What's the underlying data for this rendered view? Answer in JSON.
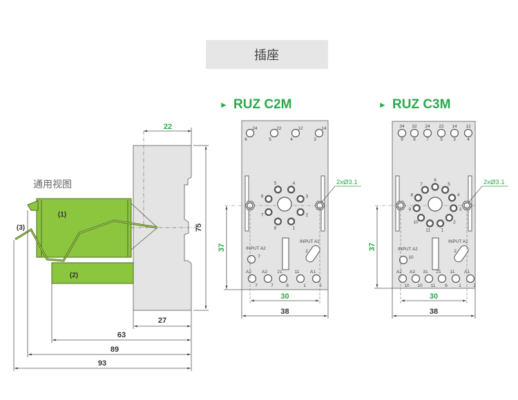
{
  "header": {
    "title": "插座"
  },
  "colors": {
    "accent": "#2aa84a",
    "relay": "#8cc63f",
    "body": "#e4e4e4"
  },
  "side_view": {
    "title": "通用视图",
    "parts": [
      "(1)",
      "(2)",
      "(3)"
    ],
    "dims": {
      "top": "22",
      "height": "75",
      "depth": "27",
      "d63": "63",
      "d89": "89",
      "d93": "93"
    }
  },
  "sockets": [
    {
      "name": "RUZ C2M",
      "marker": "►",
      "hole_note": "2xØ3.1",
      "dim_height": "37",
      "dim_inner": "30",
      "dim_width": "38",
      "input_a2": "INPUT A2",
      "input_a1": "INPUT A1",
      "top_upper": [
        "24",
        "22",
        "12",
        "14"
      ],
      "top_lower": [
        "6",
        "5",
        "4",
        "3"
      ],
      "circle_pins": [
        "5",
        "4",
        "3",
        "2",
        "1",
        "8",
        "7",
        "6"
      ],
      "bottom_upper": [
        "A2",
        "A2",
        "21",
        "11",
        "A1"
      ],
      "bottom_lower": [
        "7",
        "7",
        "8",
        "1",
        "2"
      ],
      "input_a2_pin": "7",
      "input_a1_pin": "2"
    },
    {
      "name": "RUZ C3M",
      "marker": "►",
      "hole_note": "2xØ3.1",
      "dim_height": "37",
      "dim_inner": "30",
      "dim_width": "38",
      "input_a2": "INPUT A2",
      "input_a1": "INPUT A1",
      "top_upper": [
        "34",
        "32",
        "24",
        "22",
        "14",
        "12"
      ],
      "top_lower": [
        "9",
        "8",
        "7",
        "5",
        "3",
        "4"
      ],
      "circle_pins": [
        "6",
        "5",
        "4",
        "3",
        "2",
        "1",
        "11",
        "10",
        "9",
        "8",
        "7"
      ],
      "bottom_upper": [
        "A2",
        "A2",
        "31",
        "21",
        "11",
        "A1"
      ],
      "bottom_lower": [
        "10",
        "10",
        "11",
        "6",
        "1",
        "2"
      ],
      "input_a2_pin": "10",
      "input_a1_pin": "2"
    }
  ]
}
